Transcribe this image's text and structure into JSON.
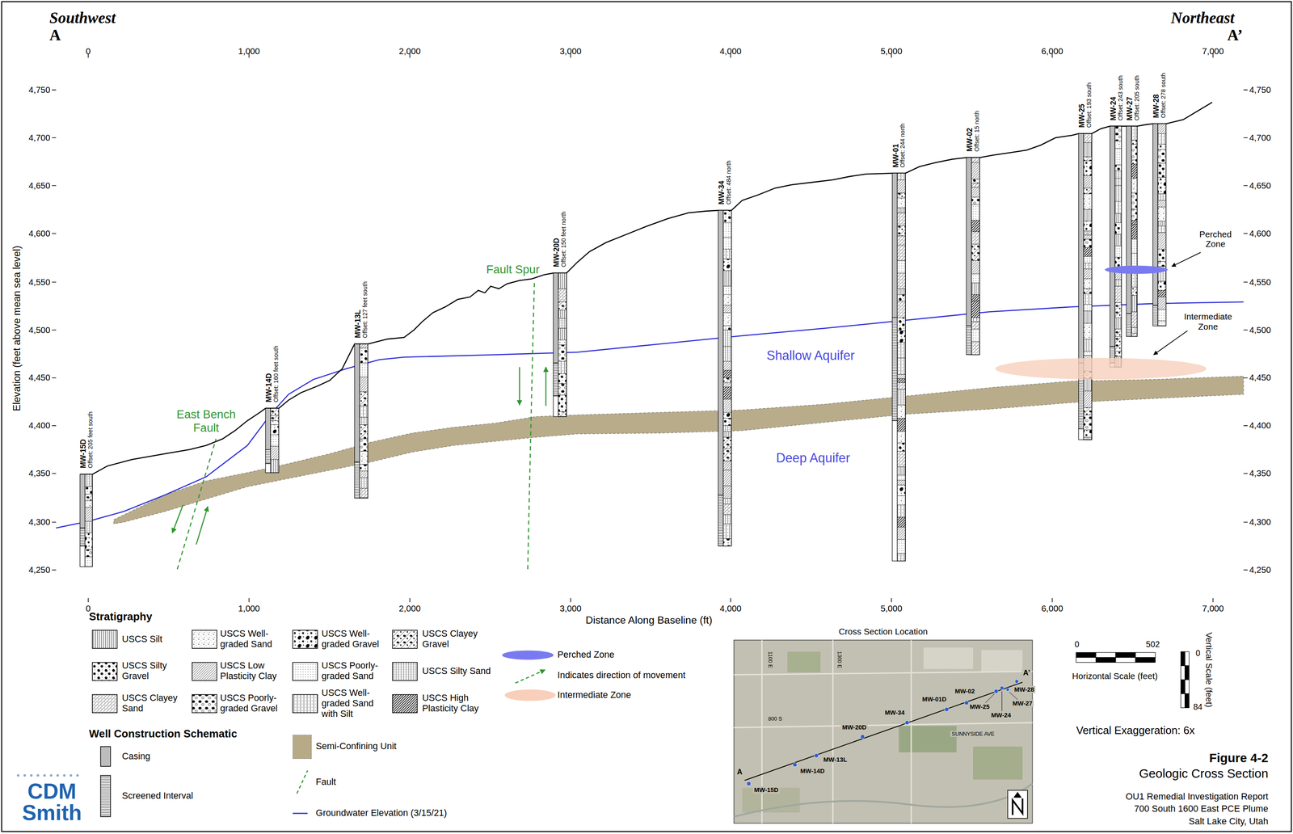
{
  "diagram": {
    "nodes": [
      {
        "text": [
          "MW-15D",
          "Offset: 205 feet south"
        ]
      },
      {
        "text": [
          "MW-14D",
          "Offset: 160 feet south"
        ]
      },
      {
        "text": [
          "MW-13L",
          "Offset: 127 feet south"
        ]
      },
      {
        "text": [
          "MW-20D",
          "Offset: 150 feet north"
        ]
      },
      {
        "text": [
          "MW-34",
          "Offset: 484 north"
        ]
      },
      {
        "text": [
          "MW-01",
          "Offset: 244 north"
        ]
      },
      {
        "text": [
          "MW-02",
          "Offset: 15 north"
        ]
      },
      {
        "text": [
          "MW-25",
          "Offset: 193 south"
        ]
      },
      {
        "text": [
          "MW-24",
          "Offset: 243 south"
        ]
      },
      {
        "text": [
          "MW-27",
          "Offset: 205 south"
        ]
      },
      {
        "text": [
          "MW-28",
          "Offset: 278 south"
        ]
      }
    ],
    "labels": [
      "Southwest",
      "A",
      "Northeast",
      "A’",
      "0",
      "1,000",
      "2,000",
      "3,000",
      "4,000",
      "5,000",
      "6,000",
      "7,000",
      "0",
      "1,000",
      "2,000",
      "3,000",
      "4,000",
      "5,000",
      "6,000",
      "7,000",
      "4,750",
      "4,700",
      "4,650",
      "4,600",
      "4,550",
      "4,500",
      "4,450",
      "4,400",
      "4,350",
      "4,300",
      "4,250",
      "4,750",
      "4,700",
      "4,650",
      "4,600",
      "4,550",
      "4,500",
      "4,450",
      "4,400",
      "4,350",
      "4,300",
      "4,250",
      "Elevation (feet above mean sea level)",
      "Distance Along Baseline (ft)",
      "Shallow Aquifer",
      "Deep Aquifer",
      "East Bench Fault",
      "Fault Spur",
      "Perched Zone",
      "Intermediate Zone",
      "Stratigraphy",
      "Well Construction Schematic",
      "Cross Section Location",
      "A",
      "A’",
      "MW-15D",
      "MW-14D",
      "MW-13L",
      "MW-20D",
      "MW-34",
      "MW-01D",
      "MW-02",
      "MW-25",
      "MW-24",
      "MW-28",
      "MW-27",
      "SUNNYSIDE AVE",
      "800 S",
      "1100 E",
      "1300 E",
      "0",
      "502",
      "Horizontal Scale (feet)",
      "Vertical Scale (feet)",
      "0",
      "84",
      "Vertical Exaggeration: 6x",
      "Figure 4-2",
      "Geologic Cross Section",
      "OU1 Remedial Investigation Report",
      "700 South 1600 East PCE Plume",
      "Salt Lake City, Utah",
      "CDM",
      "Smith"
    ],
    "legend": [
      {
        "text": "USCS Silt"
      },
      {
        "text": "USCS Silty Gravel"
      },
      {
        "text": "USCS Clayey Sand"
      },
      {
        "text": "USCS Well-graded Sand"
      },
      {
        "text": "USCS Low Plasticity Clay"
      },
      {
        "text": "USCS Poorly-graded Gravel"
      },
      {
        "text": "USCS Well-graded Gravel"
      },
      {
        "text": "USCS Poorly-graded Sand"
      },
      {
        "text": "USCS Well-graded Sand with Silt"
      },
      {
        "text": "USCS Clayey Gravel"
      },
      {
        "text": "USCS Silty Sand"
      },
      {
        "text": "USCS High Plasticity Clay"
      },
      {
        "text": "Casing"
      },
      {
        "text": "Screened Interval"
      },
      {
        "text": "Semi-Confining Unit",
        "color": "#b7aa87"
      },
      {
        "text": "Fault"
      },
      {
        "text": "Groundwater Elevation (3/15/21)"
      },
      {
        "text": "Perched Zone",
        "color": "#7a7af0"
      },
      {
        "text": "Indicates direction of movement"
      },
      {
        "text": "Intermediate Zone",
        "color": "#f8cfbb"
      }
    ]
  }
}
